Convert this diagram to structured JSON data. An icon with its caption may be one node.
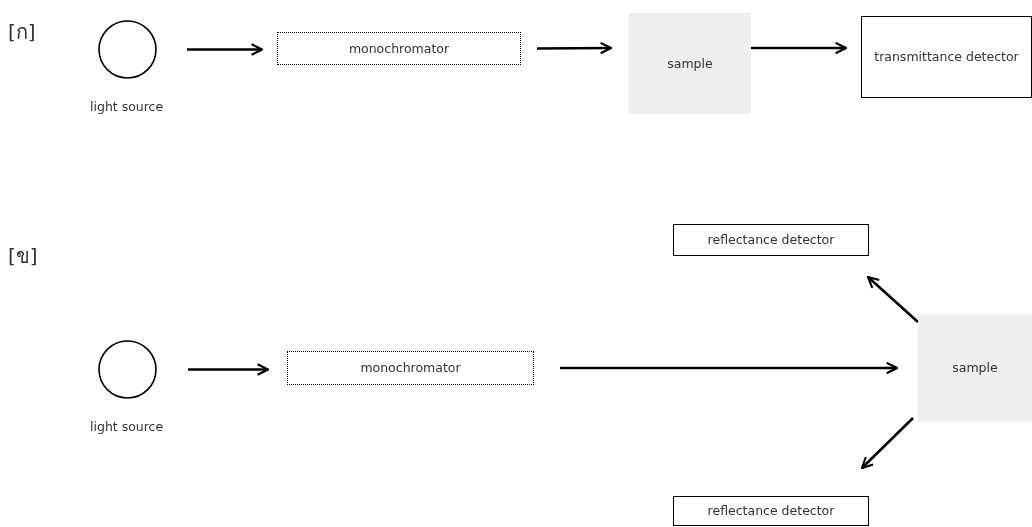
{
  "diagram": {
    "nodes": [
      {
        "text": [],
        "shape": "circle",
        "beside": [
          "light source"
        ]
      },
      {
        "text": [
          "monochromator"
        ]
      },
      {
        "text": [
          "sample"
        ]
      },
      {
        "text": [
          "transmittance detector"
        ]
      },
      {
        "text": [],
        "shape": "circle",
        "beside": [
          "light source"
        ]
      },
      {
        "text": [
          "monochromator"
        ]
      },
      {
        "text": [
          "sample"
        ]
      },
      {
        "text": [
          "reflectance detector"
        ]
      },
      {
        "text": [
          "reflectance detector"
        ]
      }
    ],
    "edges": [
      {
        "from": 0,
        "to": 1,
        "arrow": "to"
      },
      {
        "from": 1,
        "to": 2,
        "arrow": "to"
      },
      {
        "from": 2,
        "to": 3,
        "arrow": "to"
      },
      {
        "from": 4,
        "to": 5,
        "arrow": "to"
      },
      {
        "from": 5,
        "to": 6,
        "arrow": "to"
      },
      {
        "from": 6,
        "to": 7,
        "arrow": "to"
      },
      {
        "from": 6,
        "to": 8,
        "arrow": "to"
      }
    ],
    "labels": [
      "[ก]",
      "[ข]"
    ]
  }
}
